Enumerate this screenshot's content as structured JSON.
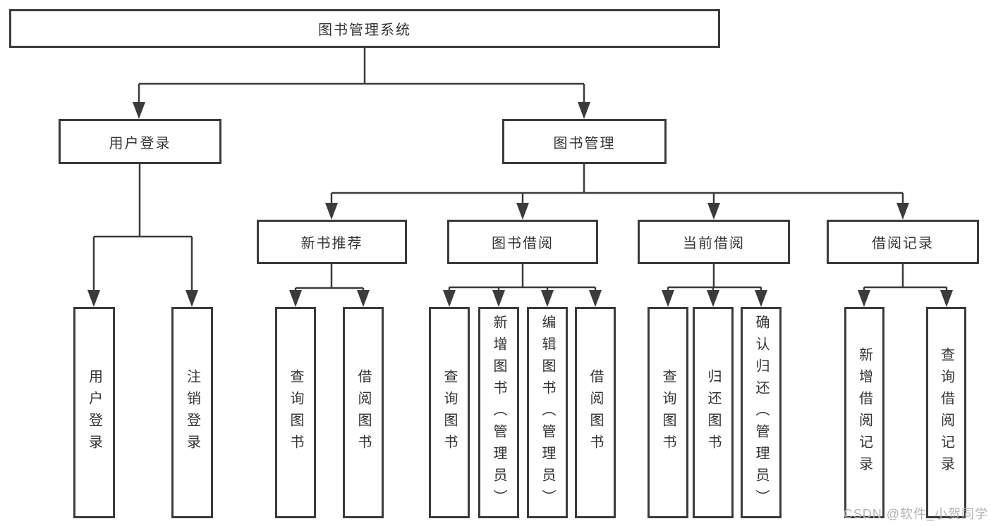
{
  "watermark": "CSDN @软件_小贺同学",
  "colors": {
    "line": "#3b3b3b",
    "border": "#3b3b3b",
    "text": "#333333",
    "watermark": "#b3b3b3",
    "background": "#ffffff"
  },
  "nodes": {
    "root": "图书管理系统",
    "user_login": "用户登录",
    "book_management": "图书管理",
    "new_book_recommend": "新书推荐",
    "book_borrow": "图书借阅",
    "current_borrow": "当前借阅",
    "borrow_records": "借阅记录",
    "leaf_user_login": "用户登录",
    "leaf_logout": "注销登录",
    "leaf_nb_query_books": "查询图书",
    "leaf_nb_borrow_books": "借阅图书",
    "leaf_bb_query_books": "查询图书",
    "leaf_bb_add_books_admin": "新增图书（管理员）",
    "leaf_bb_edit_books_admin": "编辑图书（管理员）",
    "leaf_bb_borrow_books": "借阅图书",
    "leaf_cb_query_books": "查询图书",
    "leaf_cb_return_books": "归还图书",
    "leaf_cb_confirm_return_admin": "确认归还（管理员）",
    "leaf_br_add_record": "新增借阅记录",
    "leaf_br_query_record": "查询借阅记录"
  }
}
